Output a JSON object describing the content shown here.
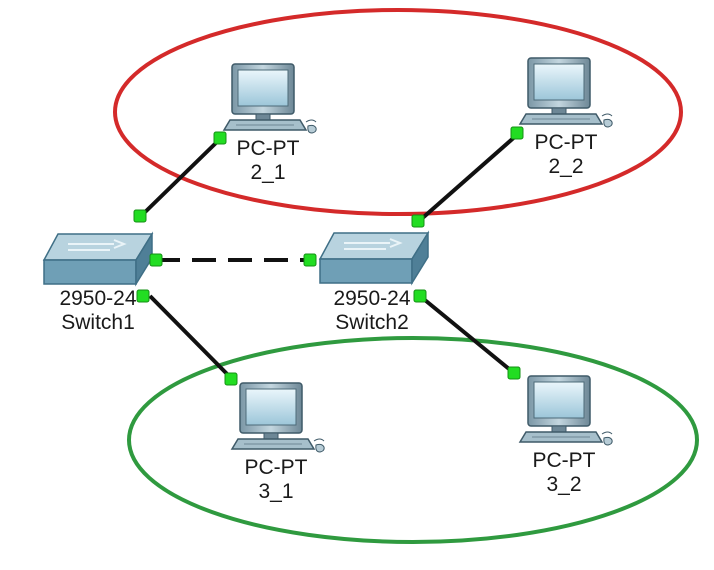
{
  "colors": {
    "vlan2_ring": "#d42a2a",
    "vlan3_ring": "#2f9a3f",
    "link": "#111111",
    "port_up": "#22dd22",
    "switch_dark": "#5d8ea6",
    "switch_light": "#b8d3df"
  },
  "nodes": {
    "switch1": {
      "model": "2950-24",
      "name": "Switch1",
      "icon": "switch-icon"
    },
    "switch2": {
      "model": "2950-24",
      "name": "Switch2",
      "icon": "switch-icon"
    },
    "pc2_1": {
      "model": "PC-PT",
      "name": "2_1",
      "icon": "pc-icon"
    },
    "pc2_2": {
      "model": "PC-PT",
      "name": "2_2",
      "icon": "pc-icon"
    },
    "pc3_1": {
      "model": "PC-PT",
      "name": "3_1",
      "icon": "pc-icon"
    },
    "pc3_2": {
      "model": "PC-PT",
      "name": "3_2",
      "icon": "pc-icon"
    }
  },
  "links": [
    {
      "from": "switch1",
      "to": "pc2_1",
      "style": "solid"
    },
    {
      "from": "switch1",
      "to": "pc3_1",
      "style": "solid"
    },
    {
      "from": "switch2",
      "to": "pc2_2",
      "style": "solid"
    },
    {
      "from": "switch2",
      "to": "pc3_2",
      "style": "solid"
    },
    {
      "from": "switch1",
      "to": "switch2",
      "style": "dashed"
    }
  ],
  "groups": [
    {
      "members": [
        "pc2_1",
        "pc2_2"
      ],
      "color": "red"
    },
    {
      "members": [
        "pc3_1",
        "pc3_2"
      ],
      "color": "green"
    }
  ]
}
